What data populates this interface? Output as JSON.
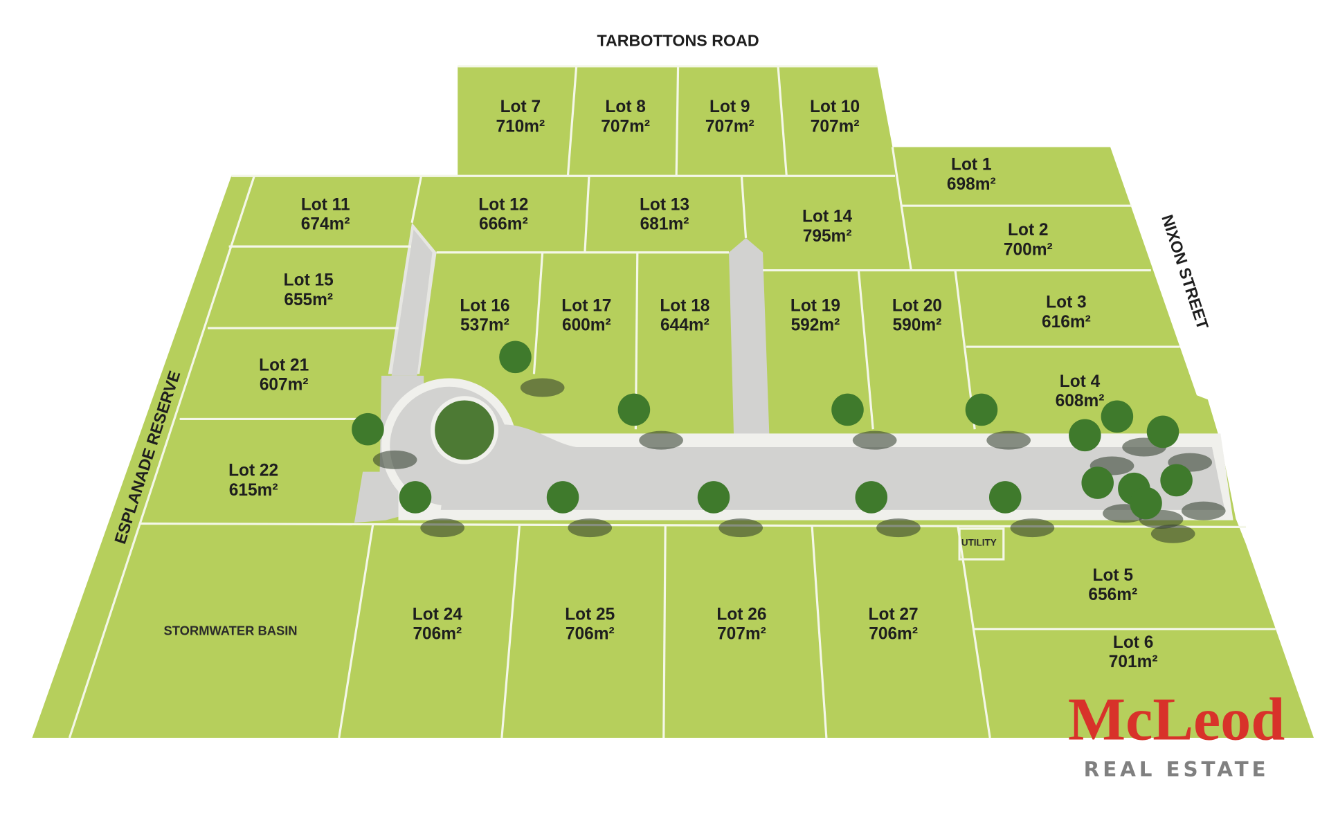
{
  "roads": {
    "north": "TARBOTTONS ROAD",
    "east": "NIXON STREET",
    "west": "ESPLANADE RESERVE"
  },
  "features": {
    "stormwater": "STORMWATER BASIN",
    "utility": "UTILITY"
  },
  "lots": [
    {
      "name": "Lot 1",
      "area": "698m²"
    },
    {
      "name": "Lot 2",
      "area": "700m²"
    },
    {
      "name": "Lot 3",
      "area": "616m²"
    },
    {
      "name": "Lot 4",
      "area": "608m²"
    },
    {
      "name": "Lot 5",
      "area": "656m²"
    },
    {
      "name": "Lot 6",
      "area": "701m²"
    },
    {
      "name": "Lot 7",
      "area": "710m²"
    },
    {
      "name": "Lot 8",
      "area": "707m²"
    },
    {
      "name": "Lot 9",
      "area": "707m²"
    },
    {
      "name": "Lot 10",
      "area": "707m²"
    },
    {
      "name": "Lot 11",
      "area": "674m²"
    },
    {
      "name": "Lot 12",
      "area": "666m²"
    },
    {
      "name": "Lot 13",
      "area": "681m²"
    },
    {
      "name": "Lot 14",
      "area": "795m²"
    },
    {
      "name": "Lot 15",
      "area": "655m²"
    },
    {
      "name": "Lot 16",
      "area": "537m²"
    },
    {
      "name": "Lot 17",
      "area": "600m²"
    },
    {
      "name": "Lot 18",
      "area": "644m²"
    },
    {
      "name": "Lot 19",
      "area": "592m²"
    },
    {
      "name": "Lot 20",
      "area": "590m²"
    },
    {
      "name": "Lot 21",
      "area": "607m²"
    },
    {
      "name": "Lot 22",
      "area": "615m²"
    },
    {
      "name": "Lot 24",
      "area": "706m²"
    },
    {
      "name": "Lot 25",
      "area": "706m²"
    },
    {
      "name": "Lot 26",
      "area": "707m²"
    },
    {
      "name": "Lot 27",
      "area": "706m²"
    }
  ],
  "logo": {
    "brand": "McLeod",
    "tagline": "REAL ESTATE",
    "brand_color": "#d8322a",
    "tagline_color": "#808080"
  },
  "colors": {
    "land": "#b6cf5c",
    "road": "#d2d2d0",
    "tree": "#3f7a2c"
  }
}
